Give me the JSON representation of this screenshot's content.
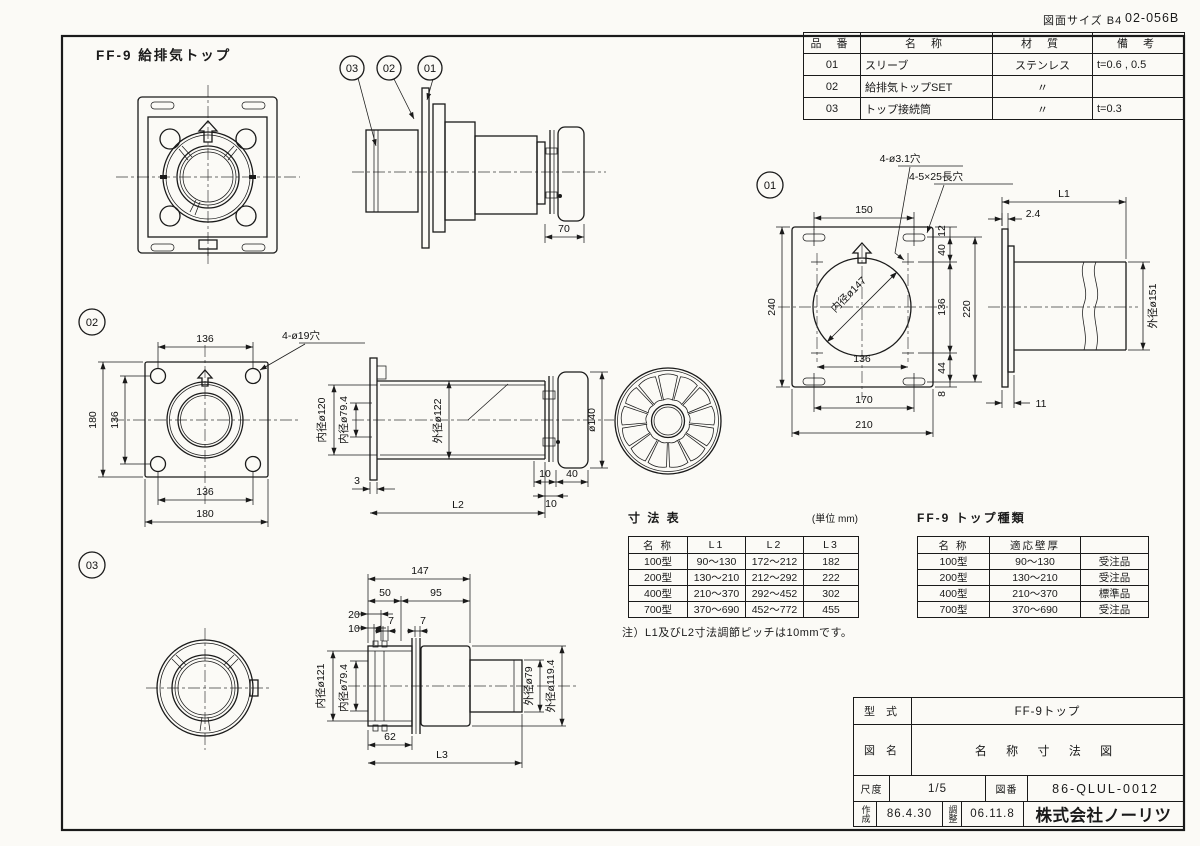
{
  "colors": {
    "ink": "#1a1a1a",
    "paper": "#fbfaf6"
  },
  "header": {
    "sheet_size": "図面サイズ B4",
    "doc_code": "02-056B"
  },
  "drawing_title": "FF-9 給排気トップ",
  "parts_table": {
    "headers": [
      "品 番",
      "名 称",
      "材 質",
      "備 考"
    ],
    "rows": [
      {
        "no": "01",
        "name": "スリーブ",
        "material": "ステンレス",
        "note": "t=0.6 , 0.5"
      },
      {
        "no": "02",
        "name": "給排気トップSET",
        "material": "〃",
        "note": ""
      },
      {
        "no": "03",
        "name": "トップ接続筒",
        "material": "〃",
        "note": "t=0.3"
      }
    ]
  },
  "views": {
    "overview": {
      "balloon_03": "03",
      "balloon_02": "02",
      "balloon_01": "01",
      "dim_70": "70"
    },
    "v01_front": {
      "balloon": "01",
      "note_round_holes": "4-ø3.1穴",
      "note_slot_holes": "4-5×25長穴",
      "bore_label": "内径ø147",
      "dim_top_150": "150",
      "dim_left_240": "240",
      "dim_12": "12",
      "dim_40": "40",
      "dim_136": "136",
      "dim_220": "220",
      "dim_44": "44",
      "dim_8": "8",
      "dim_inner_136": "136",
      "dim_170": "170",
      "dim_210": "210"
    },
    "v01_side": {
      "dim_L1": "L1",
      "dim_2_4": "2.4",
      "dim_11": "11",
      "od_label": "外径ø151"
    },
    "v02_front": {
      "balloon": "02",
      "note_holes": "4-ø19穴",
      "dim_top_136": "136",
      "dim_left_180": "180",
      "dim_left_136": "136",
      "dim_bottom_136": "136",
      "dim_bottom_180": "180"
    },
    "v02_side": {
      "id_120": "内径ø120",
      "id_79_4": "内径ø79.4",
      "od_122": "外径ø122",
      "od_140": "ø140",
      "dim_3": "3",
      "dim_L2": "L2",
      "dim_10a": "10",
      "dim_40": "40",
      "dim_10b": "10"
    },
    "v03_front": {
      "balloon": "03"
    },
    "v03_side": {
      "dim_147": "147",
      "dim_50": "50",
      "dim_95": "95",
      "dim_20": "20",
      "dim_10": "10",
      "dim_7a": "7",
      "dim_7b": "7",
      "id_121": "内径ø121",
      "id_79_4": "内径ø79.4",
      "od_79": "外径ø79",
      "od_119_4": "外径ø119.4",
      "dim_62": "62",
      "dim_L3": "L3"
    }
  },
  "dim_table": {
    "title": "寸 法 表",
    "unit": "(単位 mm)",
    "headers": [
      "名 称",
      "L1",
      "L2",
      "L3"
    ],
    "rows": [
      [
        "100型",
        "90～130",
        "172～212",
        "182"
      ],
      [
        "200型",
        "130～210",
        "212～292",
        "222"
      ],
      [
        "400型",
        "210～370",
        "292～452",
        "302"
      ],
      [
        "700型",
        "370～690",
        "452～772",
        "455"
      ]
    ],
    "note": "注）L1及びL2寸法調節ピッチは10mmです。"
  },
  "type_table": {
    "title": "FF-9 トップ種類",
    "headers": [
      "名 称",
      "適応壁厚",
      ""
    ],
    "rows": [
      [
        "100型",
        "90～130",
        "受注品"
      ],
      [
        "200型",
        "130～210",
        "受注品"
      ],
      [
        "400型",
        "210～370",
        "標準品"
      ],
      [
        "700型",
        "370～690",
        "受注品"
      ]
    ]
  },
  "title_block": {
    "model_label": "型 式",
    "model_value": "FF-9トップ",
    "name_label": "図 名",
    "name_value": "名 称 寸 法 図",
    "scale_label": "尺度",
    "scale_value": "1/5",
    "drawing_no_label": "図番",
    "drawing_no_value": "86-QLUL-0012",
    "created_label": "作成",
    "created_date": "86.4.30",
    "adjusted_label": "調整",
    "adjusted_date": "06.11.8",
    "company": "株式会社ノーリツ"
  }
}
